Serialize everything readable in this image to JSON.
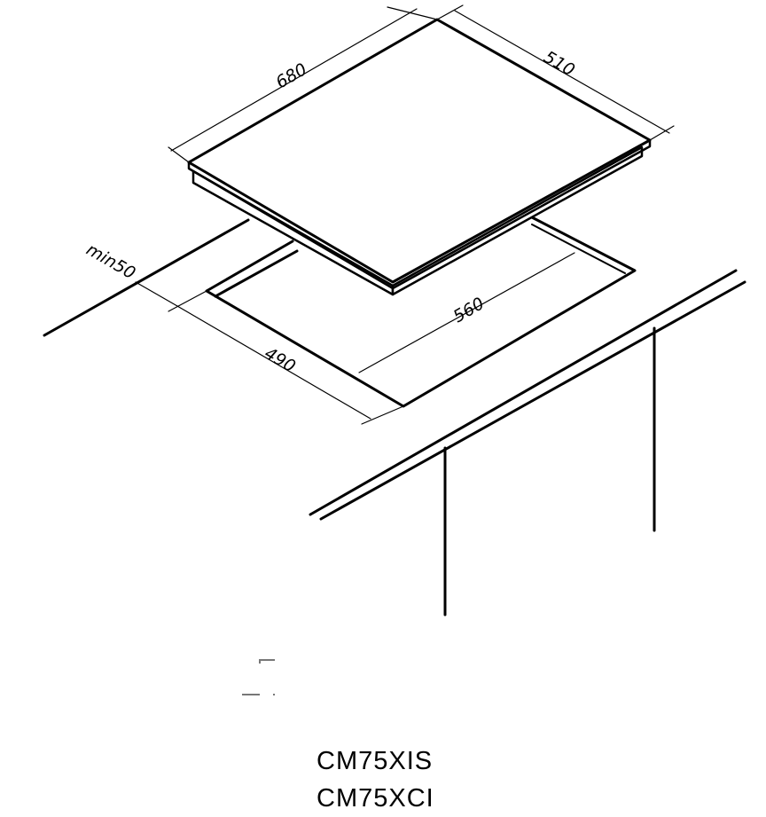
{
  "dimensions": {
    "hob_width": "680",
    "hob_depth": "510",
    "cutout_width": "560",
    "cutout_depth": "490",
    "min_distance": "min50"
  },
  "models": [
    "CM75XIS",
    "CM75XCI"
  ]
}
